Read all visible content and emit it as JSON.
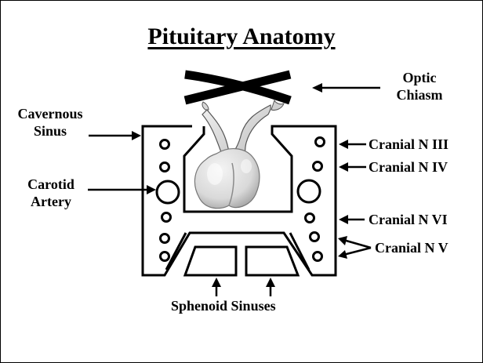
{
  "title": "Pituitary Anatomy",
  "labels": {
    "optic_chiasm": [
      "Optic",
      "Chiasm"
    ],
    "cavernous_sinus": [
      "Cavernous",
      "Sinus"
    ],
    "carotid_artery": [
      "Carotid",
      "Artery"
    ],
    "cranial_n_iii": "Cranial N III",
    "cranial_n_iv": "Cranial N IV",
    "cranial_n_vi": "Cranial N VI",
    "cranial_n_v": "Cranial N V",
    "sphenoid_sinuses": "Sphenoid Sinuses"
  }
}
